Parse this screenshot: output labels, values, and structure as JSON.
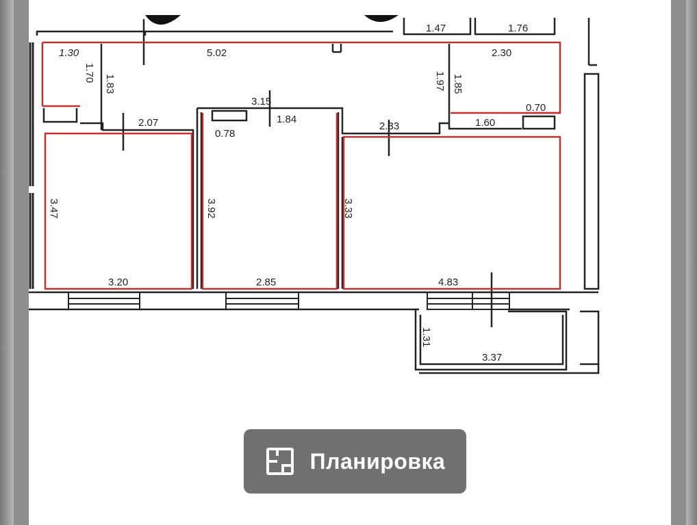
{
  "plan": {
    "dimensions": {
      "d_1_47": "1.47",
      "d_1_76": "1.76",
      "d_1_30": "1.30",
      "d_5_02": "5.02",
      "d_2_30": "2.30",
      "d_1_70": "1.70",
      "d_1_83": "1.83",
      "d_1_97": "1.97",
      "d_1_85": "1.85",
      "d_3_15": "3.15",
      "d_2_07": "2.07",
      "d_1_84": "1.84",
      "d_0_78": "0.78",
      "d_2_33": "2.33",
      "d_1_60": "1.60",
      "d_0_70": "0.70",
      "d_3_47": "3.47",
      "d_3_92": "3.92",
      "d_3_33": "3.33",
      "d_3_20": "3.20",
      "d_2_85": "2.85",
      "d_4_83": "4.83",
      "d_1_31": "1.31",
      "d_3_37": "3.37"
    }
  },
  "layout_button": {
    "label": "Планировка",
    "icon": "floor-plan-icon"
  }
}
